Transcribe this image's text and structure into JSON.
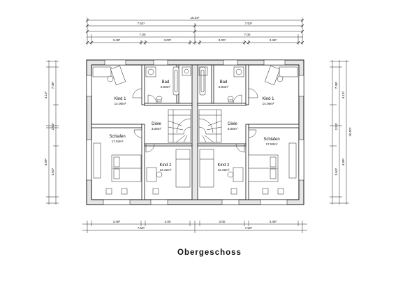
{
  "drawing": {
    "title": "Obergeschoss",
    "top_dimensions": {
      "overall": "15.04¹",
      "halves": [
        "7.52⁵",
        "7.52⁵"
      ],
      "inner": [
        "7.00",
        "7.00"
      ],
      "segments": [
        "3.48⁵",
        "3.00⁵",
        "3.00⁵",
        "3.48⁵"
      ]
    },
    "bottom_dimensions": {
      "segments": [
        "3.48⁵",
        "3.00",
        "3.00",
        "3.48⁵"
      ],
      "halves": [
        "7.50⁵",
        "7.50⁵"
      ]
    },
    "left_dimensions": [
      "7.48⁵",
      "4.13⁵",
      "2.51⁵",
      "4.99⁵",
      "3.63⁵"
    ],
    "right_dimensions": [
      "7.48⁵",
      "4.13⁵",
      "2.51⁵",
      "4.99⁵",
      "3.63⁵",
      "10.00⁵"
    ],
    "rooms": [
      {
        "name": "Kind 1",
        "area": "14.06m²"
      },
      {
        "name": "Bad",
        "area": "6.93m²"
      },
      {
        "name": "Bad",
        "area": "6.93m²"
      },
      {
        "name": "Kind 1",
        "area": "14.06m²"
      },
      {
        "name": "Diele",
        "area": "3.06m²"
      },
      {
        "name": "Diele",
        "area": "3.06m²"
      },
      {
        "name": "Schlafen",
        "area": "17.53m²"
      },
      {
        "name": "Schlafen",
        "area": "17.53m²"
      },
      {
        "name": "Kind 2",
        "area": "12.22m²"
      },
      {
        "name": "Kind 2",
        "area": "12.22m²"
      }
    ]
  }
}
